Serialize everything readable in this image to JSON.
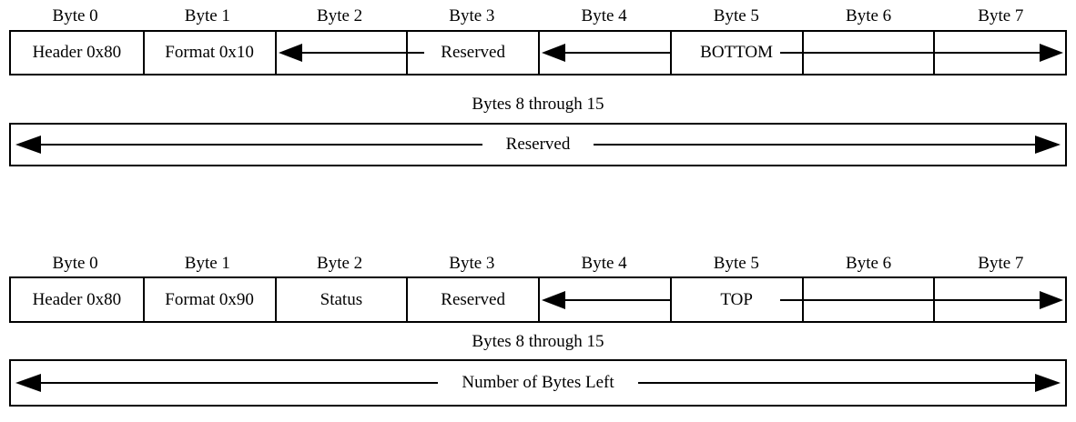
{
  "colors": {
    "ink": "#000000",
    "background": "#ffffff"
  },
  "tables": [
    {
      "byte_headers": [
        "Byte 0",
        "Byte 1",
        "Byte 2",
        "Byte 3",
        "Byte 4",
        "Byte 5",
        "Byte 6",
        "Byte 7"
      ],
      "cells": [
        {
          "type": "text",
          "label": "Header 0x80"
        },
        {
          "type": "text",
          "label": "Format 0x10"
        },
        {
          "type": "arrow-left"
        },
        {
          "type": "text",
          "label": "Reserved",
          "connector": "left"
        },
        {
          "type": "arrow-left"
        },
        {
          "type": "text",
          "label": "BOTTOM",
          "connector": "right"
        },
        {
          "type": "line"
        },
        {
          "type": "arrow-right"
        }
      ],
      "bytes_8_15_caption": "Bytes 8 through 15",
      "bytes_8_15_field": "Reserved"
    },
    {
      "byte_headers": [
        "Byte 0",
        "Byte 1",
        "Byte 2",
        "Byte 3",
        "Byte 4",
        "Byte 5",
        "Byte 6",
        "Byte 7"
      ],
      "cells": [
        {
          "type": "text",
          "label": "Header 0x80"
        },
        {
          "type": "text",
          "label": "Format 0x90"
        },
        {
          "type": "text",
          "label": "Status"
        },
        {
          "type": "text",
          "label": "Reserved"
        },
        {
          "type": "arrow-left"
        },
        {
          "type": "text",
          "label": "TOP",
          "connector": "right"
        },
        {
          "type": "line"
        },
        {
          "type": "arrow-right"
        }
      ],
      "bytes_8_15_caption": "Bytes 8 through 15",
      "bytes_8_15_field": "Number of Bytes Left"
    }
  ]
}
